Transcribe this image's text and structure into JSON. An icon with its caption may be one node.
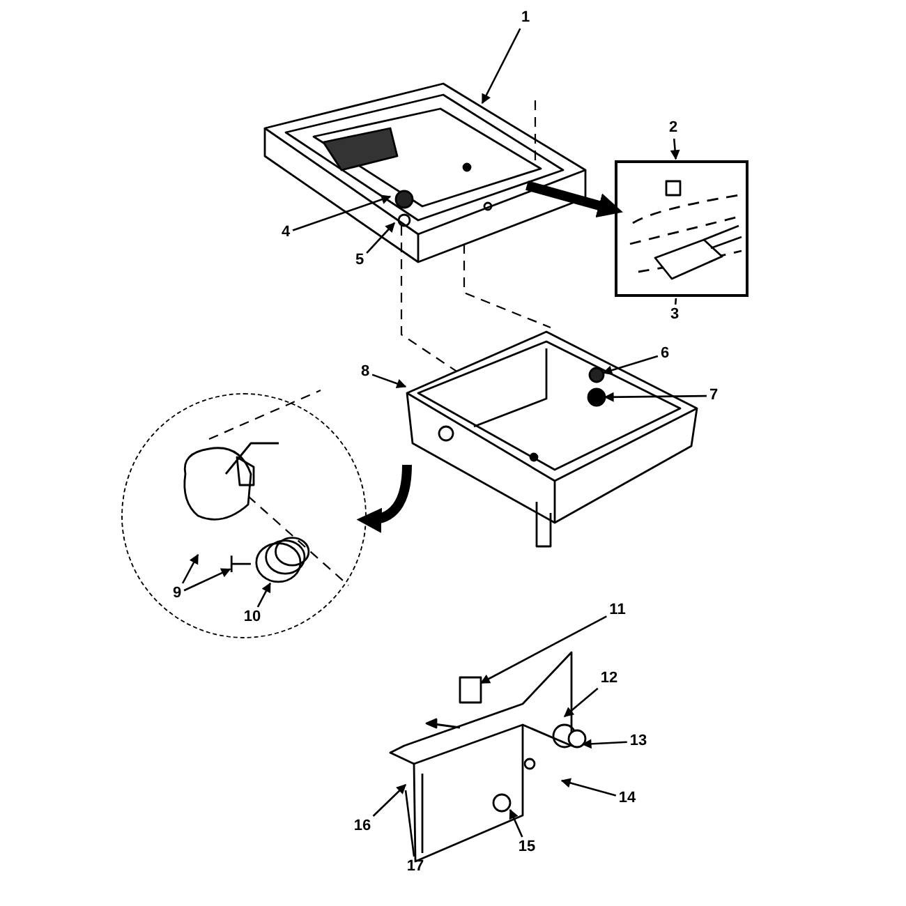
{
  "diagram": {
    "nodes": [
      {
        "text": [
          "1"
        ]
      },
      {
        "text": [
          "2"
        ]
      },
      {
        "text": [],
        "shape": "box"
      },
      {
        "text": [
          "3"
        ]
      },
      {
        "text": [
          "4"
        ]
      },
      {
        "text": [
          "5"
        ]
      },
      {
        "text": [
          "6"
        ]
      },
      {
        "text": [
          "7"
        ]
      },
      {
        "text": [
          "8"
        ]
      },
      {
        "text": [],
        "shape": "circle"
      },
      {
        "text": [
          "9"
        ],
        "in": 9
      },
      {
        "text": [
          "10"
        ],
        "in": 9
      },
      {
        "text": [
          "11"
        ]
      },
      {
        "text": [
          "12"
        ]
      },
      {
        "text": [
          "13"
        ]
      },
      {
        "text": [
          "14"
        ]
      },
      {
        "text": [
          "15"
        ]
      },
      {
        "text": [
          "16"
        ]
      },
      {
        "text": [
          "17"
        ]
      },
      {
        "text": [],
        "shape": "picture"
      },
      {
        "text": [],
        "shape": "circle",
        "in": 19
      },
      {
        "text": [],
        "shape": "circle",
        "in": 19
      },
      {
        "text": [],
        "shape": "picture",
        "in": 9
      },
      {
        "text": [],
        "shape": "picture",
        "in": 9
      }
    ],
    "edges": [
      {
        "from": 0,
        "to": null,
        "arrow": "to"
      },
      {
        "from": 1,
        "to": 2,
        "arrow": "to"
      },
      {
        "from": 3,
        "to": 2,
        "arrow": "none"
      },
      {
        "from": 4,
        "to": null,
        "arrow": "to"
      },
      {
        "from": 5,
        "to": null,
        "arrow": "to"
      },
      {
        "from": 6,
        "to": 20,
        "arrow": "to"
      },
      {
        "from": 7,
        "to": 21,
        "arrow": "to"
      },
      {
        "from": 8,
        "to": 19,
        "arrow": "to"
      },
      {
        "from": 10,
        "to": null,
        "arrow": "to"
      },
      {
        "from": 10,
        "to": 23,
        "arrow": "to"
      },
      {
        "from": 11,
        "to": 22,
        "arrow": "to"
      },
      {
        "from": 12,
        "to": null,
        "arrow": "to"
      },
      {
        "from": 13,
        "to": null,
        "arrow": "to"
      },
      {
        "from": 14,
        "to": null,
        "arrow": "to"
      },
      {
        "from": 15,
        "to": null,
        "arrow": "to"
      },
      {
        "from": 16,
        "to": null,
        "arrow": "to"
      },
      {
        "from": 17,
        "to": null,
        "arrow": "to"
      },
      {
        "from": 18,
        "to": null,
        "arrow": "none"
      },
      {
        "from": null,
        "to": 2,
        "arrow": "to",
        "style": "thick"
      },
      {
        "from": 19,
        "to": 9,
        "arrow": "to",
        "style": "thick"
      }
    ]
  }
}
